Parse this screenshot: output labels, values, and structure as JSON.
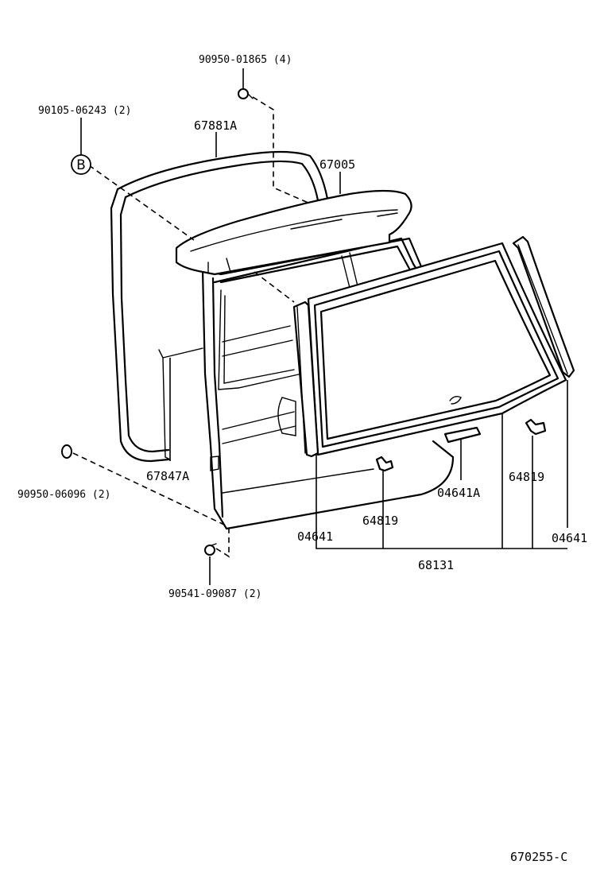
{
  "parts": {
    "screw_top": "90950-01865 (4)",
    "clip_b": "90105-06243 (2)",
    "b_marker": "B",
    "weatherstrip": "67881A",
    "spoiler": "67005",
    "trim_lower": "67847A",
    "grommet": "90950-06096 (2)",
    "bolt_bottom": "90541-09087 (2)",
    "seal_left": "04641",
    "seal_right": "04641",
    "stopper_center": "64819",
    "stopper_right": "64819",
    "spacer": "04641A",
    "glass_assy": "68131"
  },
  "footer": {
    "code": "670255-C"
  }
}
